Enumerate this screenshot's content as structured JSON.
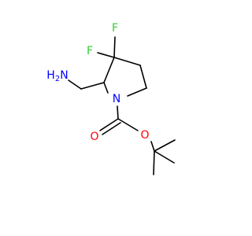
{
  "molecule": {
    "atoms": {
      "fluorine_1": {
        "symbol": "F",
        "color": "#33CC33"
      },
      "fluorine_2": {
        "symbol": "F",
        "color": "#33CC33"
      },
      "amine": {
        "symbol": "H",
        "subscript": "2",
        "suffix": "N",
        "color": "#0000FF"
      },
      "ring_nitrogen": {
        "symbol": "N",
        "color": "#0000FF"
      },
      "carbonyl_oxygen": {
        "symbol": "O",
        "color": "#FF0000"
      },
      "ester_oxygen": {
        "symbol": "O",
        "color": "#FF0000"
      }
    },
    "bond_color": "#000000"
  }
}
